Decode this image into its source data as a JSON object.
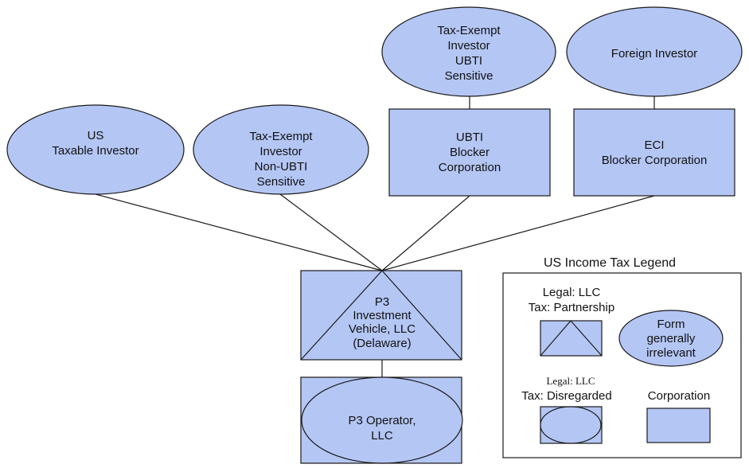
{
  "nodes": {
    "us_taxable": {
      "lines": [
        "US",
        "Taxable Investor"
      ]
    },
    "tax_exempt_non_ubti": {
      "lines": [
        "Tax-Exempt",
        "Investor",
        "Non-UBTI",
        "Sensitive"
      ]
    },
    "tax_exempt_ubti": {
      "lines": [
        "Tax-Exempt",
        "Investor",
        "UBTI",
        "Sensitive"
      ]
    },
    "foreign": {
      "lines": [
        "Foreign Investor"
      ]
    },
    "ubti_blocker": {
      "lines": [
        "UBTI",
        "Blocker",
        "Corporation"
      ]
    },
    "eci_blocker": {
      "lines": [
        "ECI",
        "Blocker Corporation"
      ]
    },
    "p3_vehicle": {
      "lines": [
        "P3",
        "Investment",
        "Vehicle, LLC",
        "(Delaware)"
      ]
    },
    "p3_operator": {
      "lines": [
        "P3 Operator,",
        "LLC"
      ]
    }
  },
  "legend": {
    "title": "US Income Tax Legend",
    "partnership": {
      "line1": "Legal: LLC",
      "line2": "Tax: Partnership"
    },
    "form_irrelevant": {
      "lines": [
        "Form",
        "generally",
        "irrelevant"
      ]
    },
    "disregarded": {
      "line1": "Legal: LLC",
      "line2": "Tax: Disregarded"
    },
    "corporation": {
      "label": "Corporation"
    }
  },
  "colors": {
    "fill": "#b4c6f4",
    "stroke": "#1a1a1a"
  }
}
